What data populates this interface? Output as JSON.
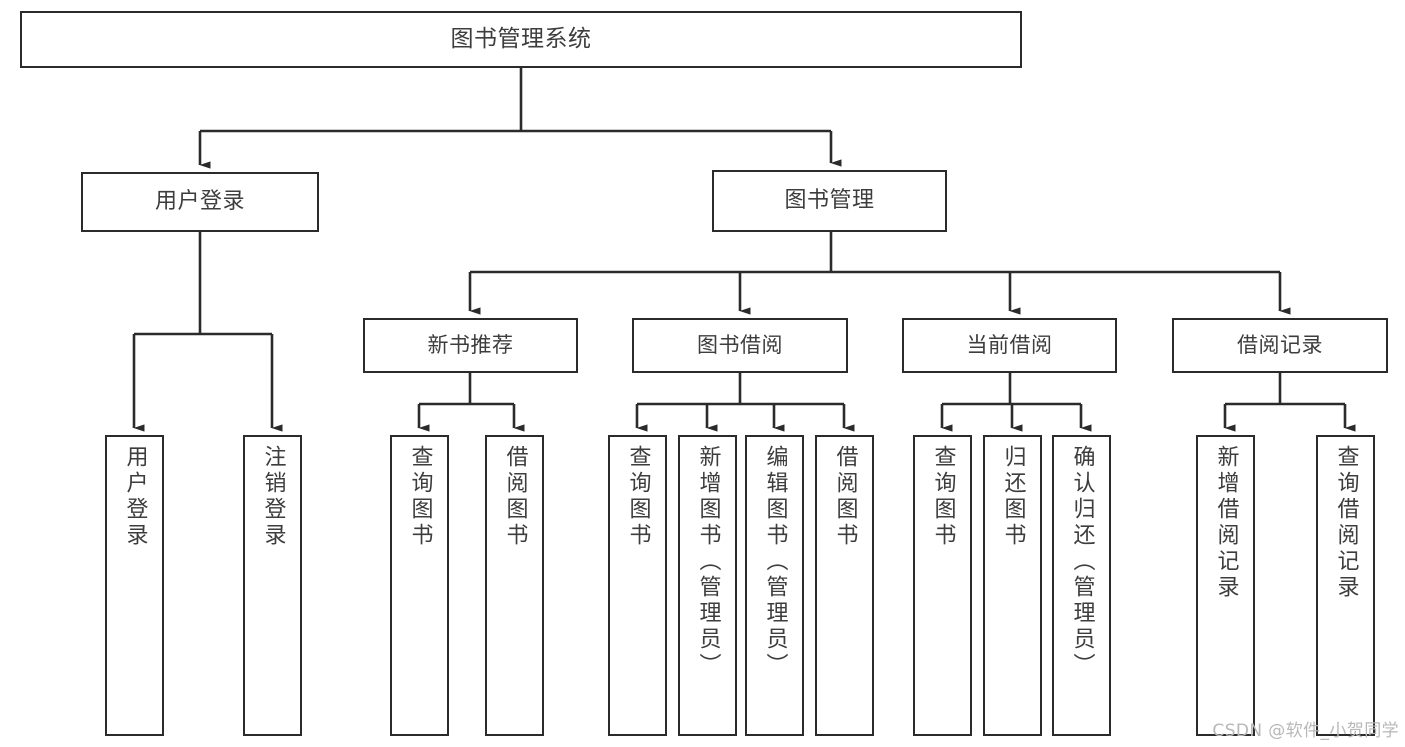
{
  "diagram": {
    "title": "图书管理系统",
    "watermark": "CSDN @软件_小贺同学",
    "stroke_color": "#2b2b2b",
    "text_color": "#3d3d3d",
    "background_color": "#ffffff",
    "watermark_color": "#b8b8b8"
  },
  "nodes": {
    "root": {
      "label": "图书管理系统"
    },
    "level1": [
      {
        "label": "用户登录"
      },
      {
        "label": "图书管理"
      }
    ],
    "level2": [
      {
        "label": "新书推荐"
      },
      {
        "label": "图书借阅"
      },
      {
        "label": "当前借阅"
      },
      {
        "label": "借阅记录"
      }
    ],
    "leaves": {
      "user_login": [
        {
          "label": "用户登录"
        },
        {
          "label": "注销登录"
        }
      ],
      "new_book_recommend": [
        {
          "label": "查询图书"
        },
        {
          "label": "借阅图书"
        }
      ],
      "book_borrow": [
        {
          "label": "查询图书"
        },
        {
          "label": "新增图书（管理员）"
        },
        {
          "label": "编辑图书（管理员）"
        },
        {
          "label": "借阅图书"
        }
      ],
      "current_borrow": [
        {
          "label": "查询图书"
        },
        {
          "label": "归还图书"
        },
        {
          "label": "确认归还（管理员）"
        }
      ],
      "borrow_record": [
        {
          "label": "新增借阅记录"
        },
        {
          "label": "查询借阅记录"
        }
      ]
    }
  }
}
